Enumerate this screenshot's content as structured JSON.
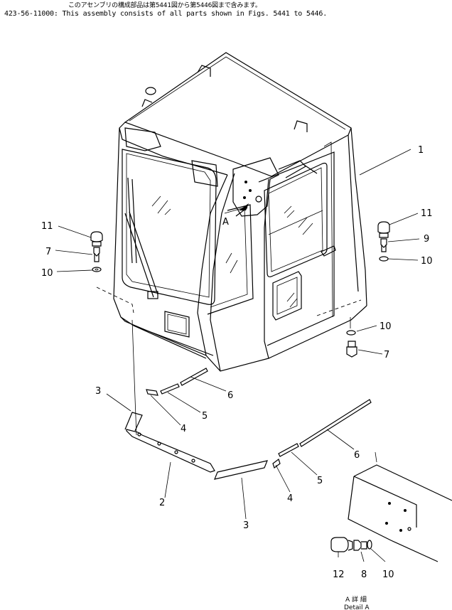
{
  "header": {
    "japanese_note": "このアセンブリの構成部品は第5441図から第5446図まで含みます。",
    "part_number": "423-56-11000",
    "english_note": ": This assembly consists of all parts shown in Figs. 5441 to 5446."
  },
  "detail_marker": "A",
  "detail_caption_jp": "A 詳 細",
  "detail_caption_en": "Detail A",
  "callouts": {
    "c1": "1",
    "c2": "2",
    "c3a": "3",
    "c3b": "3",
    "c4a": "4",
    "c4b": "4",
    "c5a": "5",
    "c5b": "5",
    "c6a": "6",
    "c6b": "6",
    "c7a": "7",
    "c7b": "7",
    "c8": "8",
    "c9": "9",
    "c10a": "10",
    "c10b": "10",
    "c10c": "10",
    "c10d": "10",
    "c11a": "11",
    "c11b": "11",
    "c12": "12"
  }
}
